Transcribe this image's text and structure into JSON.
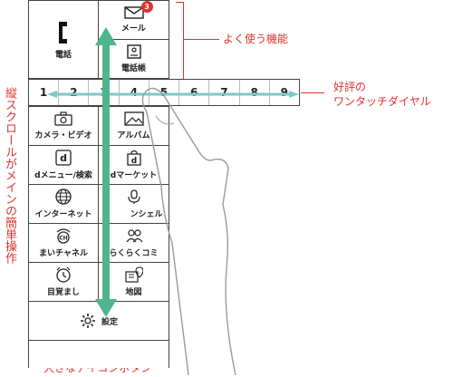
{
  "annotations": {
    "favorites": "よく使う機能",
    "speed_dial_line1": "好評の",
    "speed_dial_line2": "ワンタッチダイヤル",
    "vertical": "縦スクロールがメインの簡単操作",
    "big_buttons": "大きなアイコンボタン"
  },
  "top": {
    "phone": "電話",
    "mail": "メール",
    "mail_badge": "3",
    "phonebook": "電話帳"
  },
  "dial": [
    "1",
    "2",
    "3",
    "4",
    "5",
    "6",
    "7",
    "8",
    "9"
  ],
  "grid": {
    "camera": "カメラ・ビデオ",
    "album": "アルバム",
    "dmenu": "dメニュー/検索",
    "dmarket": "dマーケット",
    "internet": "インターネット",
    "concierge_partial": "ンシェル",
    "channel": "まいチャネル",
    "community_partial": "らくらくコミ",
    "alarm": "目覚まし",
    "map": "地図",
    "settings": "設定"
  },
  "icons": [
    "phone-icon",
    "mail-icon",
    "phonebook-icon",
    "camera-icon",
    "album-icon",
    "dmenu-icon",
    "dmarket-icon",
    "globe-icon",
    "concierge-icon",
    "channel-icon",
    "community-icon",
    "alarm-icon",
    "map-icon",
    "gear-icon"
  ],
  "colors": {
    "accent": "#e0322f",
    "gesture": "#4fb58c"
  }
}
